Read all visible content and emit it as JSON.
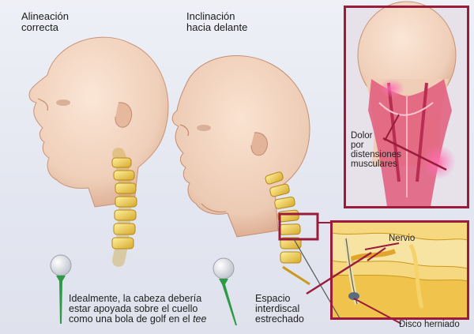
{
  "labels": {
    "correct_alignment": "Alineación\ncorrecta",
    "forward_tilt": "Inclinación\nhacia delante",
    "muscle_pain": "Dolor\npor\ndistensiones\nmusculares",
    "nerve": "Nervio",
    "herniated_disc": "Disco herniado",
    "narrowed_space": "Espacio\ninterdiscal\nestrechado",
    "golf_caption_main": "Idealmente, la cabeza debería\nestar apoyada sobre el cuello\ncomo una bola de golf en el ",
    "golf_caption_em": "tee"
  },
  "colors": {
    "frame": "#9a1b3a",
    "spine": "#e8c64a",
    "muscle": "#d8466a",
    "skin": "#f1d3bf",
    "tee": "#2e9a46"
  }
}
